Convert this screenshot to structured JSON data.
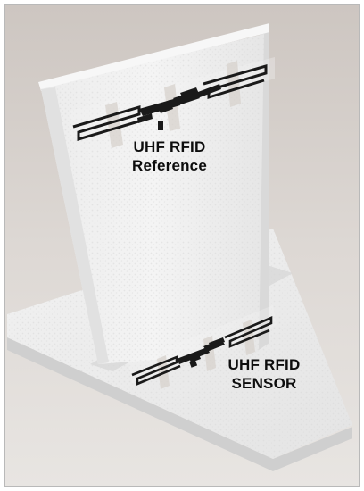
{
  "labels": {
    "reference": {
      "line1": "UHF RFID",
      "line2": "Reference"
    },
    "sensor": {
      "line1": "UHF RFID",
      "line2": "SENSOR"
    }
  },
  "colors": {
    "background": "#e2ddd9",
    "foam": "#efefef",
    "antenna_ink": "#1a1a1a",
    "label_text": "#0d0d0d"
  }
}
